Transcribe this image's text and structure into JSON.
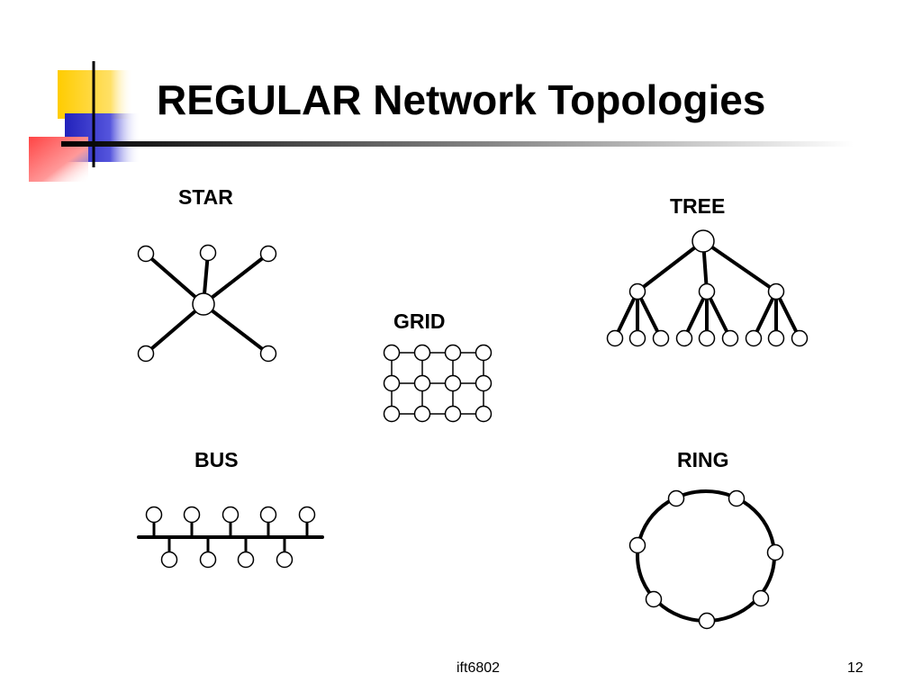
{
  "slide": {
    "title": "REGULAR Network Topologies",
    "footer_center": "ift6802",
    "page_number": "12"
  },
  "colors": {
    "accent_yellow": "#FFCC00",
    "accent_blue": "#3333CC",
    "accent_red": "#FF5555",
    "line": "#000000",
    "node_fill": "#FFFFFF"
  },
  "topologies": {
    "star": {
      "label": "STAR"
    },
    "tree": {
      "label": "TREE"
    },
    "grid": {
      "label": "GRID"
    },
    "bus": {
      "label": "BUS"
    },
    "ring": {
      "label": "RING"
    }
  }
}
